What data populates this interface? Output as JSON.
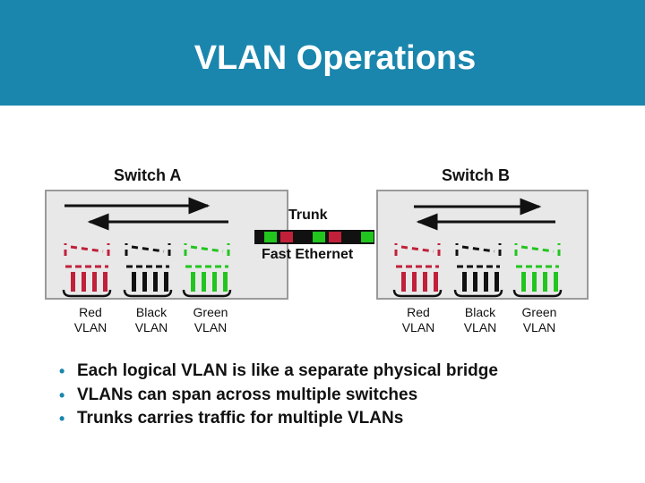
{
  "title": "VLAN Operations",
  "switches": [
    {
      "label": "Switch A",
      "vlans": [
        {
          "line1": "Red",
          "line2": "VLAN",
          "color": "#c0203a"
        },
        {
          "line1": "Black",
          "line2": "VLAN",
          "color": "#111111"
        },
        {
          "line1": "Green",
          "line2": "VLAN",
          "color": "#22c51e"
        }
      ]
    },
    {
      "label": "Switch B",
      "vlans": [
        {
          "line1": "Red",
          "line2": "VLAN",
          "color": "#c0203a"
        },
        {
          "line1": "Black",
          "line2": "VLAN",
          "color": "#111111"
        },
        {
          "line1": "Green",
          "line2": "VLAN",
          "color": "#22c51e"
        }
      ]
    }
  ],
  "trunk": {
    "label": "Trunk",
    "media_label": "Fast Ethernet"
  },
  "bullets": [
    "Each logical VLAN is like a separate physical bridge",
    "VLANs can span across multiple switches",
    "Trunks carries traffic for multiple VLANs"
  ],
  "colors": {
    "header": "#1a86ad",
    "switch_fill": "#e8e8e8",
    "switch_border": "#9a9a9a",
    "red": "#c0203a",
    "green": "#22c51e",
    "black": "#111111"
  }
}
